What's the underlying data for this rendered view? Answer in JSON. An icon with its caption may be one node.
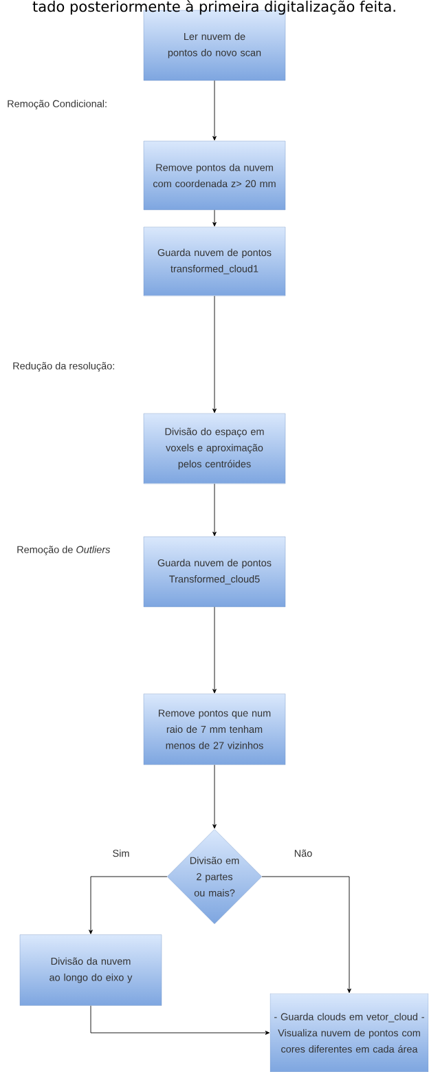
{
  "diagram": {
    "nodes": [
      {
        "text": [
          "Ler nuvem de pontos do novo scan"
        ]
      },
      {
        "text": [
          "Remove pontos da nuvem com coordenada z> 20 mm"
        ]
      },
      {
        "text": [
          "Guarda nuvem de pontos transformed_cloud1"
        ]
      },
      {
        "text": [
          "Divisão do espaço em voxels e aproximação pelos centróides"
        ]
      },
      {
        "text": [
          "Guarda nuvem de pontos Transformed_cloud5"
        ]
      },
      {
        "text": [
          "Remove pontos que num raio de 7 mm tenham menos de 27 vizinhos"
        ]
      },
      {
        "text": [
          "Divisão em 2 partes ou mais?"
        ]
      },
      {
        "text": [
          "Divisão da nuvem ao longo do eixo y"
        ]
      },
      {
        "text": [
          "- Guarda clouds em vetor_cloud - Visualiza nuvem de pontos com cores diferentes em cada área"
        ]
      }
    ],
    "edges": [
      {
        "from": 0,
        "to": 1,
        "arrow": "to"
      },
      {
        "from": 1,
        "to": 2,
        "arrow": "to"
      },
      {
        "from": 2,
        "to": 3,
        "arrow": "to"
      },
      {
        "from": 3,
        "to": 4,
        "arrow": "to"
      },
      {
        "from": 4,
        "to": 5,
        "arrow": "to"
      },
      {
        "from": 5,
        "to": 6,
        "arrow": "to"
      },
      {
        "from": 6,
        "to": 7,
        "arrow": "to",
        "label": "Sim"
      },
      {
        "from": 6,
        "to": 8,
        "arrow": "to",
        "label": "Não"
      },
      {
        "from": 7,
        "to": 8,
        "arrow": "to"
      }
    ],
    "labels": [
      "tado posteriormente à primeira digitalização feita.",
      "Remoção Condicional:",
      "Redução da resolução:",
      "Remoção de *Outliers*"
    ]
  }
}
